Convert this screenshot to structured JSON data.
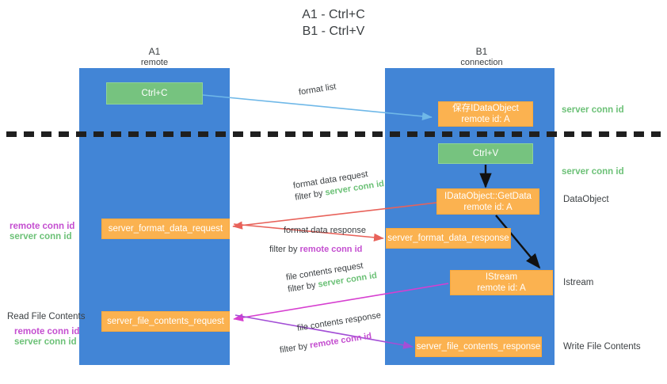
{
  "title": {
    "line1": "A1 - Ctrl+C",
    "line2": "B1 - Ctrl+V"
  },
  "lanes": [
    {
      "name": "A1",
      "sub": "remote"
    },
    {
      "name": "B1",
      "sub": "connection"
    }
  ],
  "boxes": {
    "ctrl_c": "Ctrl+C",
    "ctrl_v": "Ctrl+V",
    "save_idataobject_l1": "保存IDataObject",
    "save_idataobject_l2": "remote id: A",
    "getdata_l1": "IDataObject::GetData",
    "getdata_l2": "remote id: A",
    "istream_l1": "IStream",
    "istream_l2": "remote id: A",
    "server_format_data_request": "server_format_data_request",
    "server_format_data_response": "server_format_data_response",
    "server_file_contents_request": "server_file_contents_request",
    "server_file_contents_response": "server_file_contents_response"
  },
  "edge_labels": {
    "format_list": "format list",
    "format_data_request": "format data request",
    "format_data_request_filter_prefix": "filter by ",
    "format_data_request_filter_value": "server conn id",
    "format_data_response": "format data response",
    "format_data_response_filter_prefix": "filter by ",
    "format_data_response_filter_value": "remote conn id",
    "file_contents_request": "file contents request",
    "file_contents_request_filter_prefix": "filter by ",
    "file_contents_request_filter_value": "server conn id",
    "file_contents_response": "file contents response",
    "file_contents_response_filter_prefix": "filter by ",
    "file_contents_response_filter_value": "remote conn id"
  },
  "right_annotations": {
    "server_conn_id_top": "server conn id",
    "server_conn_id_mid": "server conn id",
    "dataobject": "DataObject",
    "istream": "Istream",
    "write_file_contents": "Write File Contents"
  },
  "left_annotations": {
    "remote_conn_id_1": "remote conn id",
    "server_conn_id_1": "server conn id",
    "read_file_contents": "Read File Contents",
    "remote_conn_id_2": "remote conn id",
    "server_conn_id_2": "server conn id"
  },
  "colors": {
    "lane": "#4285d6",
    "green_box": "#76c37f",
    "orange_box": "#fbb250",
    "green_text": "#6cc177",
    "purple_text": "#c44ed0",
    "arrow_blue": "#6fb8e8",
    "arrow_red": "#e8625a",
    "arrow_magenta": "#d63fd0",
    "arrow_purple": "#a34fd6",
    "arrow_black": "#111111",
    "dark_text": "#3c4043"
  }
}
